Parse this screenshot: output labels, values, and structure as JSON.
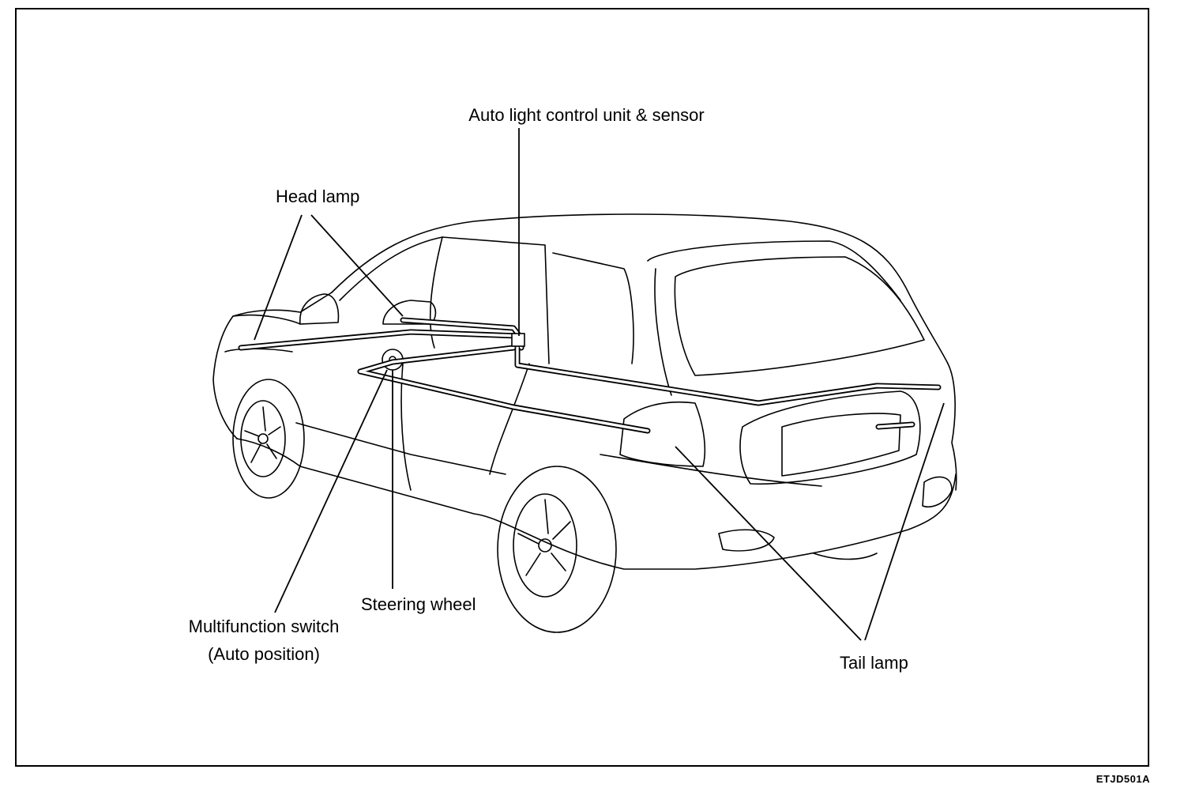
{
  "labels": {
    "auto_light": "Auto light control unit & sensor",
    "head_lamp": "Head lamp",
    "steering_wheel": "Steering wheel",
    "multifunction_line1": "Multifunction switch",
    "multifunction_line2": "(Auto position)",
    "tail_lamp": "Tail lamp"
  },
  "figure_code": "ETJD501A",
  "colors": {
    "ink": "#000000",
    "paper": "#ffffff"
  }
}
